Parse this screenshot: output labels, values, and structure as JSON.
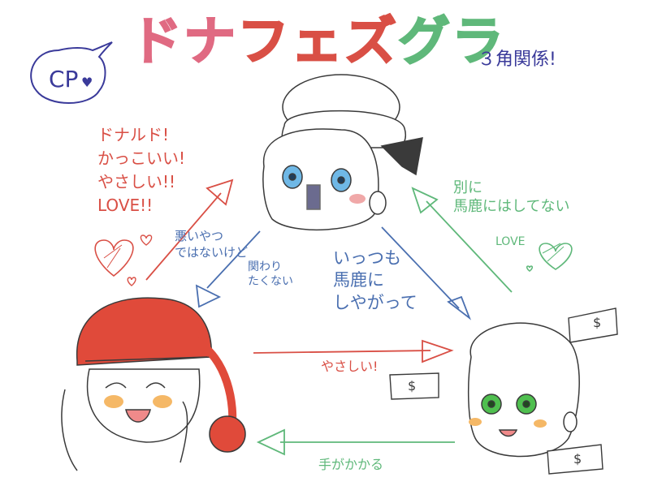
{
  "badge": {
    "text": "CP",
    "heart": "♥"
  },
  "title": {
    "chars": [
      {
        "text": "ド",
        "color": "#e06a82"
      },
      {
        "text": "ナ",
        "color": "#e06a82"
      },
      {
        "text": "フ",
        "color": "#d94f45"
      },
      {
        "text": "ェ",
        "color": "#d94f45"
      },
      {
        "text": "ズ",
        "color": "#d94f45"
      },
      {
        "text": "グ",
        "color": "#5fb87a"
      },
      {
        "text": "ラ",
        "color": "#5fb87a"
      }
    ],
    "subtitle": "３角関係!"
  },
  "labels": {
    "donald_praise": "ドナルド!\nかっこいい!\nやさしい!!\nLOVE!!",
    "not_bad_guy": "悪いやつ\nではないけど",
    "no_involve": "関わり\nたくない",
    "always_fool": "いっつも\n馬鹿に\nしやがって",
    "not_fool": "別に\n馬鹿にはしてない",
    "love_green": "LOVE",
    "kind": "やさしい!",
    "handful": "手がかかる",
    "dollar": "$"
  },
  "colors": {
    "red": "#d94f45",
    "pink": "#e06a82",
    "blue": "#4a6fb0",
    "green": "#5fb87a",
    "purple": "#3a3a9a",
    "ink": "#3a3a3a"
  }
}
